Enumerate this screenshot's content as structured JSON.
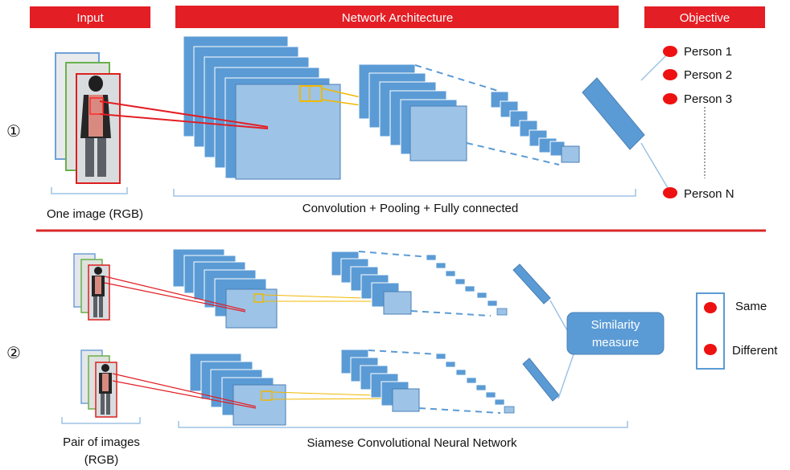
{
  "headers": {
    "input": "Input",
    "network": "Network Architecture",
    "objective": "Objective"
  },
  "row1": {
    "marker": "①",
    "input_caption": "One image (RGB)",
    "network_caption": "Convolution + Pooling + Fully connected",
    "classes": [
      "Person 1",
      "Person 2",
      "Person 3",
      "Person N"
    ]
  },
  "row2": {
    "marker": "②",
    "input_caption_line1": "Pair of images",
    "input_caption_line2": "(RGB)",
    "network_caption": "Siamese Convolutional Neural Network",
    "similarity_line1": "Similarity",
    "similarity_line2": "measure",
    "outcomes": [
      "Same",
      "Different"
    ]
  },
  "colors": {
    "header_red": "#e31e24",
    "divider_red": "#d9282a",
    "layer_dark": "#5b9bd5",
    "layer_light": "#9dc3e6",
    "dot_red": "#ee1111",
    "highlight_yellow": "#f0b800",
    "bracket_blue": "#9dc3e6"
  }
}
